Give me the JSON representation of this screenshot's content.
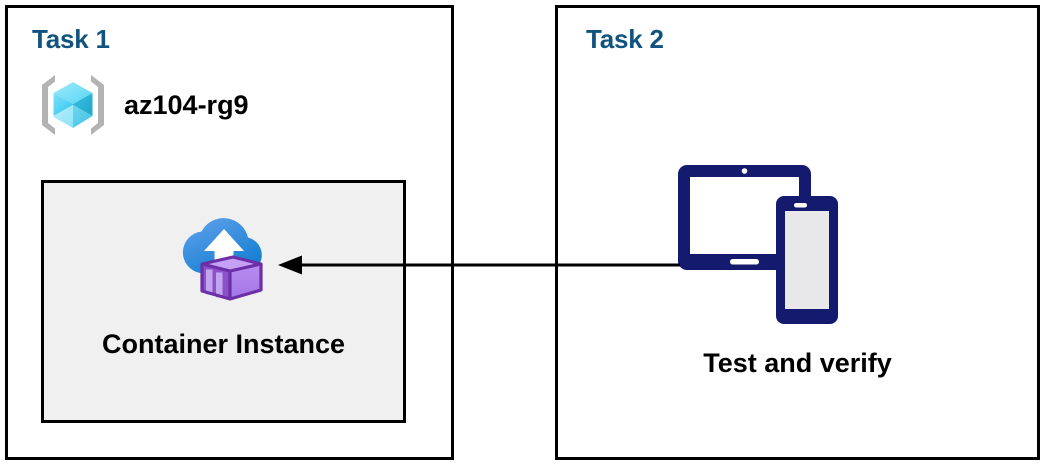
{
  "diagram": {
    "background_color": "#ffffff",
    "panel_border_color": "#000000",
    "title_color": "#11537f",
    "accent_navy": "#141a6e",
    "box_fill": "#f0f0f0"
  },
  "panels": [
    {
      "title": "Task 1",
      "resource_group": {
        "icon": "resource-group-icon",
        "name": "az104-rg9"
      },
      "resource": {
        "icon": "container-instance-icon",
        "label": "Container Instance"
      }
    },
    {
      "title": "Task 2",
      "device": {
        "icon": "devices-icon",
        "label": "Test and verify"
      }
    }
  ],
  "connector": {
    "icon": "arrow-left-icon",
    "direction": "left",
    "from": "Test and verify",
    "to": "Container Instance",
    "color": "#000000"
  }
}
